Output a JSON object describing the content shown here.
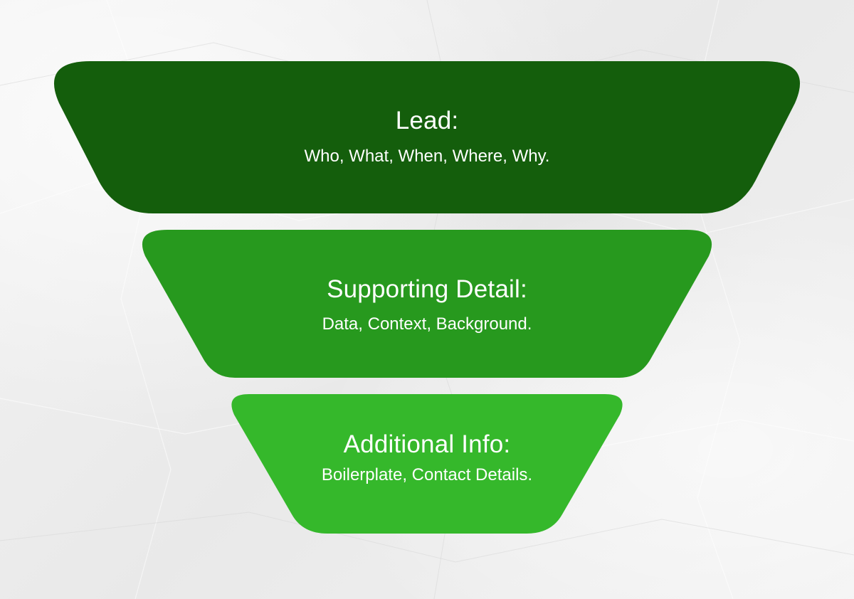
{
  "colors": {
    "background": "#efefef",
    "tier_1": "#145e0c",
    "tier_2": "#27991e",
    "tier_3": "#35b82b",
    "text": "#ffffff"
  },
  "tiers": [
    {
      "title": "Lead:",
      "subtitle": "Who, What, When, Where, Why."
    },
    {
      "title": "Supporting Detail:",
      "subtitle": "Data, Context, Background."
    },
    {
      "title": "Additional Info:",
      "subtitle": "Boilerplate, Contact Details."
    }
  ]
}
